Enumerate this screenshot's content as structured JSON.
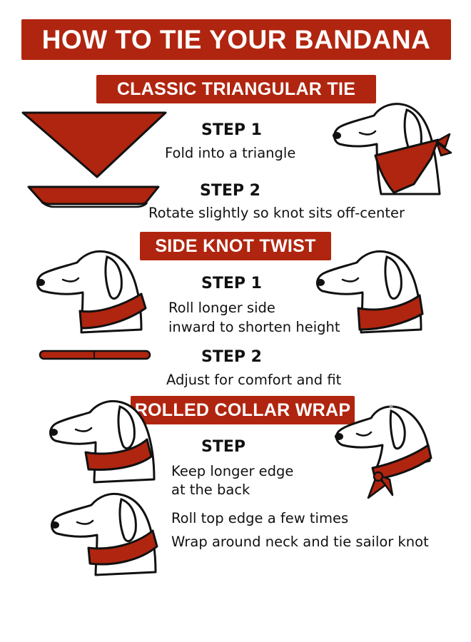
{
  "title": "HOW TO TIE YOUR BANDANA",
  "colors": {
    "accent": "#b0250f",
    "bandana_dark": "#8e1a0a",
    "outline": "#111111",
    "background": "#ffffff"
  },
  "sections": [
    {
      "heading": "CLASSIC TRIANGULAR TIE",
      "steps": [
        {
          "label": "STEP 1",
          "text": "Fold into a triangle"
        },
        {
          "label": "STEP 2",
          "text": "Rotate slightly so knot sits off-center"
        }
      ]
    },
    {
      "heading": "SIDE KNOT TWIST",
      "steps": [
        {
          "label": "STEP 1",
          "text_lines": [
            "Roll longer side",
            "inward to shorten height"
          ]
        },
        {
          "label": "STEP 2",
          "text": "Adjust for comfort and fit"
        }
      ]
    },
    {
      "heading": "ROLLED COLLAR WRAP",
      "step_label": "STEP",
      "text_lines": [
        "Keep longer edge",
        "at the back"
      ],
      "bottom_lines": [
        "Roll top edge a few times",
        "Wrap around neck and tie sailor knot"
      ]
    }
  ],
  "illustrations": [
    "triangle-bandana-icon",
    "flat-bandana-icon",
    "dog-triangle-bandana-icon",
    "dog-collar-icon",
    "rolled-bandana-icon",
    "dog-sailor-knot-icon"
  ]
}
